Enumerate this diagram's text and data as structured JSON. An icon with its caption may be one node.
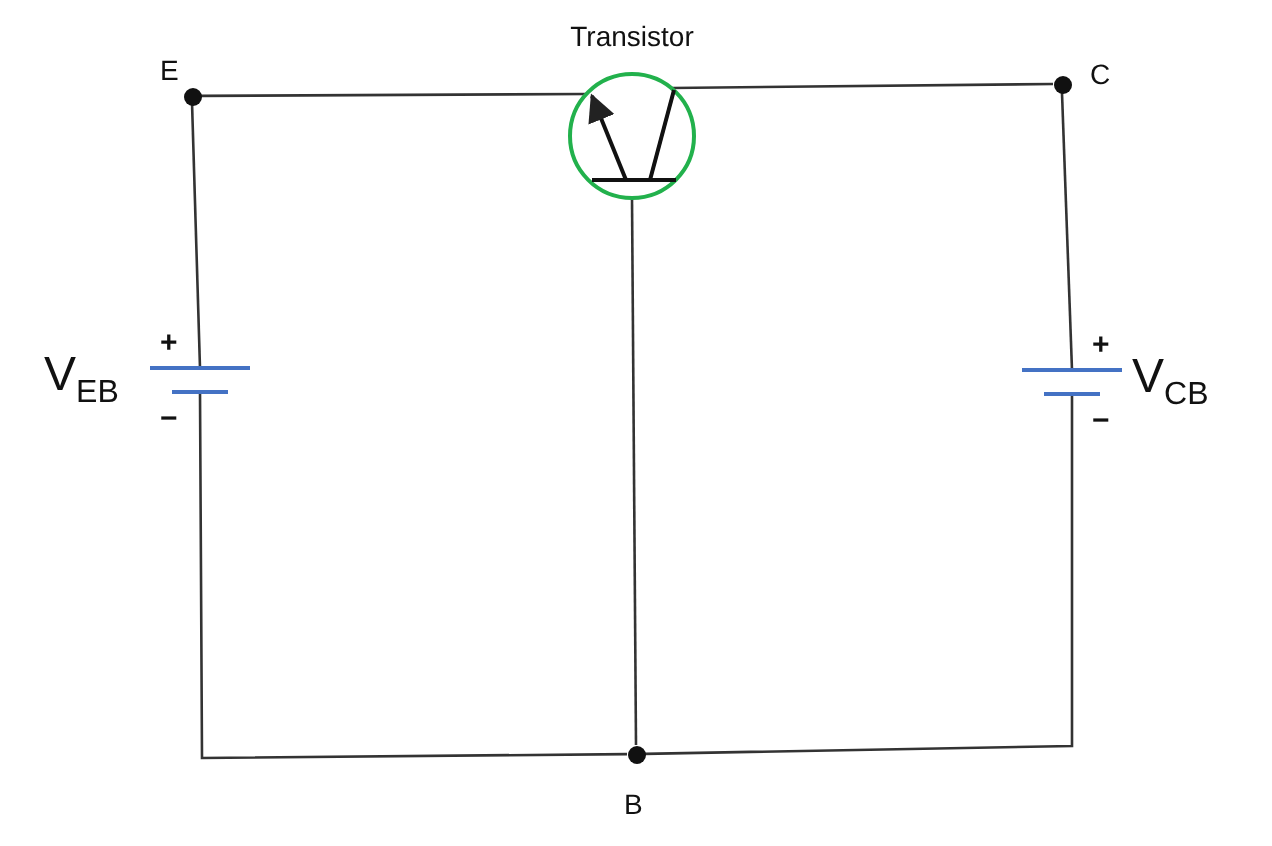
{
  "diagram": {
    "nodes": [
      {
        "text": [],
        "shape": "circle",
        "beside": [
          "E"
        ]
      },
      {
        "text": [
          "Transistor"
        ]
      },
      {
        "text": [],
        "shape": "circle",
        "beside": [
          "C"
        ]
      },
      {
        "text": [],
        "shape": "battery",
        "beside": [
          "+",
          "−",
          "V$_{EB}$"
        ]
      },
      {
        "text": [],
        "shape": "battery",
        "beside": [
          "+",
          "−",
          "V$_{CB}$"
        ]
      },
      {
        "text": [],
        "shape": "circle",
        "beside": [
          "B"
        ]
      }
    ],
    "edges": [
      {
        "from": 0,
        "to": 1,
        "arrow": "none"
      },
      {
        "from": 1,
        "to": 2,
        "arrow": "none"
      },
      {
        "from": 0,
        "to": 3,
        "arrow": "none"
      },
      {
        "from": 3,
        "to": 5,
        "arrow": "none"
      },
      {
        "from": 2,
        "to": 4,
        "arrow": "none"
      },
      {
        "from": 4,
        "to": 5,
        "arrow": "none"
      },
      {
        "from": 1,
        "to": 5,
        "arrow": "none"
      }
    ]
  }
}
